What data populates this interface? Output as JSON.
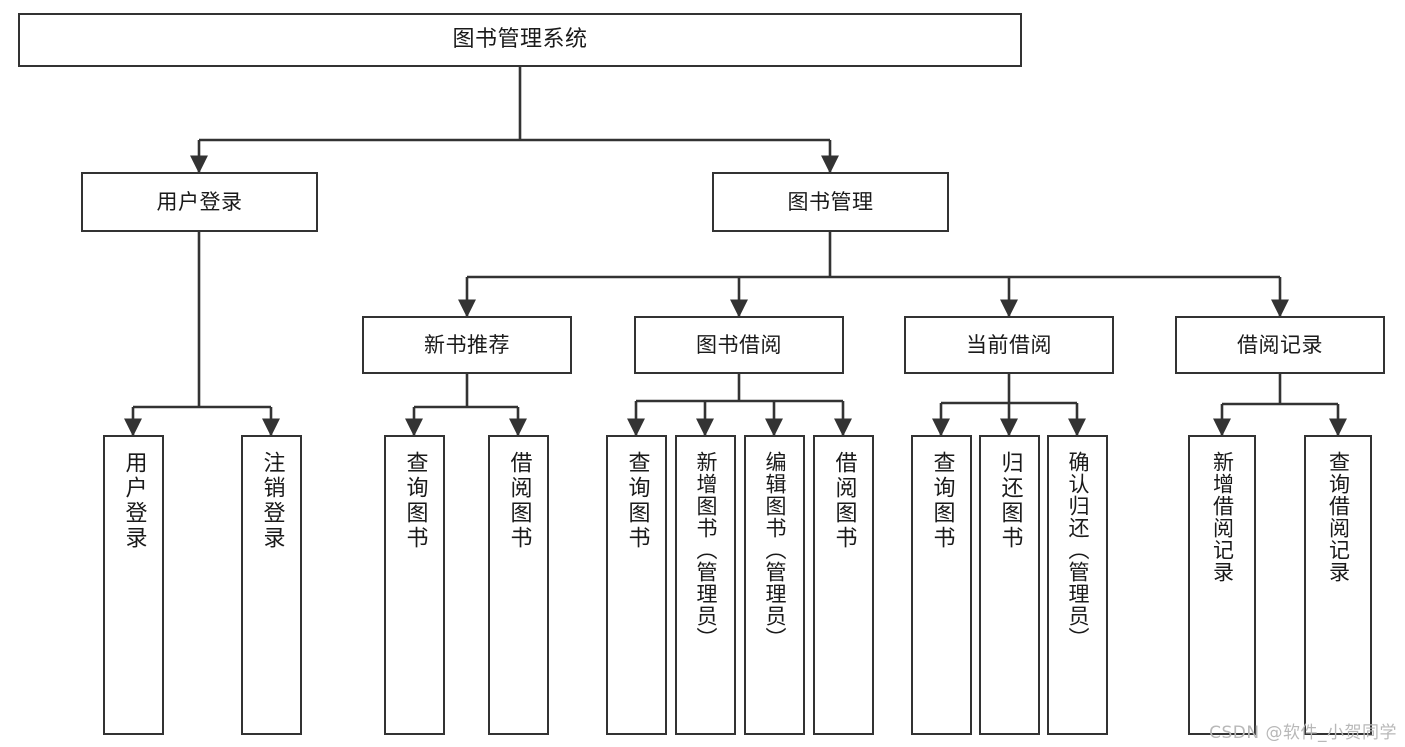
{
  "diagram": {
    "title": "图书管理系统",
    "type": "hierarchy-tree",
    "background_color": "#ffffff",
    "node_border_color": "#333333",
    "node_fill_color": "#ffffff",
    "edge_color": "#333333",
    "watermark": "CSDN @软件_小贺同学",
    "watermark_color": "#b8b8b8",
    "levels": [
      {
        "level": 1,
        "nodes": [
          {
            "id": "root",
            "label": "图书管理系统",
            "orientation": "horizontal"
          }
        ]
      },
      {
        "level": 2,
        "nodes": [
          {
            "id": "login",
            "label": "用户登录",
            "orientation": "horizontal",
            "parent": "root"
          },
          {
            "id": "bookmgmt",
            "label": "图书管理",
            "orientation": "horizontal",
            "parent": "root"
          }
        ]
      },
      {
        "level": 3,
        "nodes": [
          {
            "id": "newbook",
            "label": "新书推荐",
            "orientation": "horizontal",
            "parent": "bookmgmt"
          },
          {
            "id": "borrow",
            "label": "图书借阅",
            "orientation": "horizontal",
            "parent": "bookmgmt"
          },
          {
            "id": "current",
            "label": "当前借阅",
            "orientation": "horizontal",
            "parent": "bookmgmt"
          },
          {
            "id": "records",
            "label": "借阅记录",
            "orientation": "horizontal",
            "parent": "bookmgmt"
          }
        ]
      },
      {
        "level": 4,
        "nodes": [
          {
            "id": "leaf-user-login",
            "label": "用户登录",
            "orientation": "vertical",
            "parent": "login"
          },
          {
            "id": "leaf-user-logout",
            "label": "注销登录",
            "orientation": "vertical",
            "parent": "login"
          },
          {
            "id": "leaf-nb-query",
            "label": "查询图书",
            "orientation": "vertical",
            "parent": "newbook"
          },
          {
            "id": "leaf-nb-borrow",
            "label": "借阅图书",
            "orientation": "vertical",
            "parent": "newbook"
          },
          {
            "id": "leaf-bo-query",
            "label": "查询图书",
            "orientation": "vertical",
            "parent": "borrow"
          },
          {
            "id": "leaf-bo-add",
            "label": "新增图书（管理员）",
            "orientation": "vertical",
            "parent": "borrow"
          },
          {
            "id": "leaf-bo-edit",
            "label": "编辑图书（管理员）",
            "orientation": "vertical",
            "parent": "borrow"
          },
          {
            "id": "leaf-bo-borrow",
            "label": "借阅图书",
            "orientation": "vertical",
            "parent": "borrow"
          },
          {
            "id": "leaf-cu-query",
            "label": "查询图书",
            "orientation": "vertical",
            "parent": "current"
          },
          {
            "id": "leaf-cu-return",
            "label": "归还图书",
            "orientation": "vertical",
            "parent": "current"
          },
          {
            "id": "leaf-cu-confirm",
            "label": "确认归还（管理员）",
            "orientation": "vertical",
            "parent": "current"
          },
          {
            "id": "leaf-re-add",
            "label": "新增借阅记录",
            "orientation": "vertical",
            "parent": "records"
          },
          {
            "id": "leaf-re-query",
            "label": "查询借阅记录",
            "orientation": "vertical",
            "parent": "records"
          }
        ]
      }
    ]
  }
}
